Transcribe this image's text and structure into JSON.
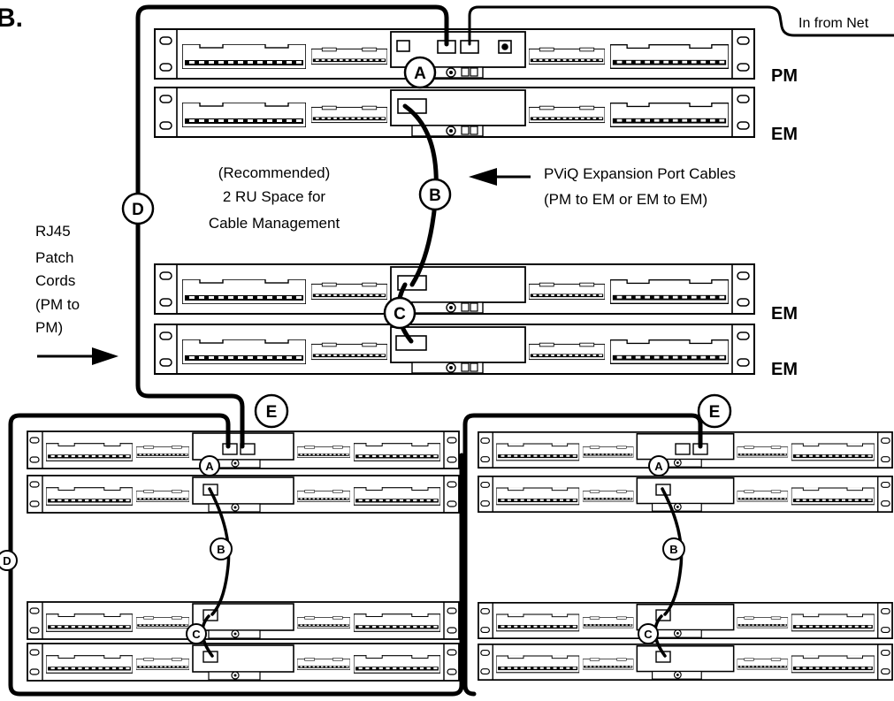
{
  "figure": {
    "label": "B.",
    "in_from_network": "In from Net",
    "tag_pm": "PM",
    "tag_em": "EM",
    "expansion_text": [
      "PViQ Expansion Port Cables",
      "(PM to EM or EM to EM)"
    ],
    "space_text": [
      "(Recommended)",
      "2 RU Space for",
      "Cable Management"
    ],
    "patch_text": [
      "RJ45",
      "Patch",
      "Cords",
      "(PM to",
      "PM)"
    ],
    "callouts": {
      "a": "A",
      "b": "B",
      "c": "C",
      "d": "D",
      "e": "E"
    }
  }
}
